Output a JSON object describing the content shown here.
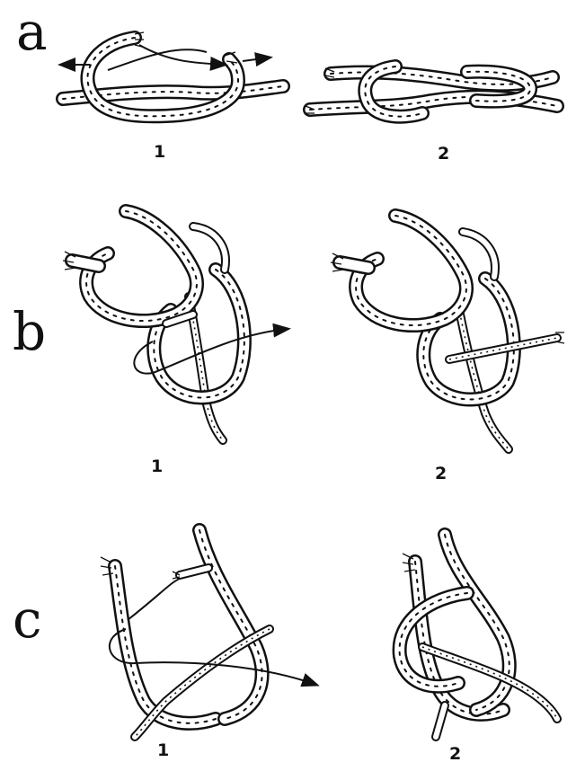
{
  "rows": [
    {
      "letter": "a",
      "step1": "1",
      "step2": "2"
    },
    {
      "letter": "b",
      "step1": "1",
      "step2": "2"
    },
    {
      "letter": "c",
      "step1": "1",
      "step2": "2"
    }
  ],
  "icons": [
    "rope-knot-illustration",
    "arrow-icon"
  ]
}
